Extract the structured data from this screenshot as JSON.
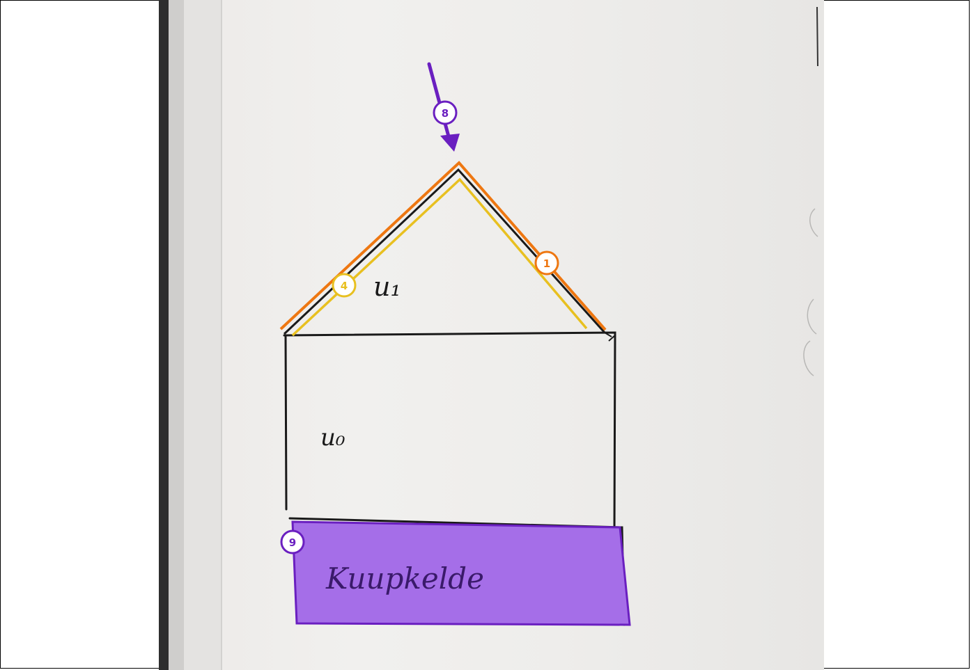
{
  "annotations": [
    {
      "number": "1",
      "color": "#ee7711",
      "target": "roof-right-edge"
    },
    {
      "number": "4",
      "color": "#e8c020",
      "target": "roof-left-edge"
    },
    {
      "number": "8",
      "color": "#6a1fc0",
      "target": "roof-apex"
    },
    {
      "number": "9",
      "color": "#9a5ce0",
      "target": "base-strip"
    }
  ],
  "handwriting": {
    "roof_label": "u₁",
    "body_label": "u₀",
    "base_label": "Kuupkelde"
  },
  "colors": {
    "orange": "#ee7711",
    "yellow": "#e8c020",
    "purple": "#6a1fc0",
    "purple_fill": "#a56ee8",
    "ink": "#1a1a1a"
  }
}
